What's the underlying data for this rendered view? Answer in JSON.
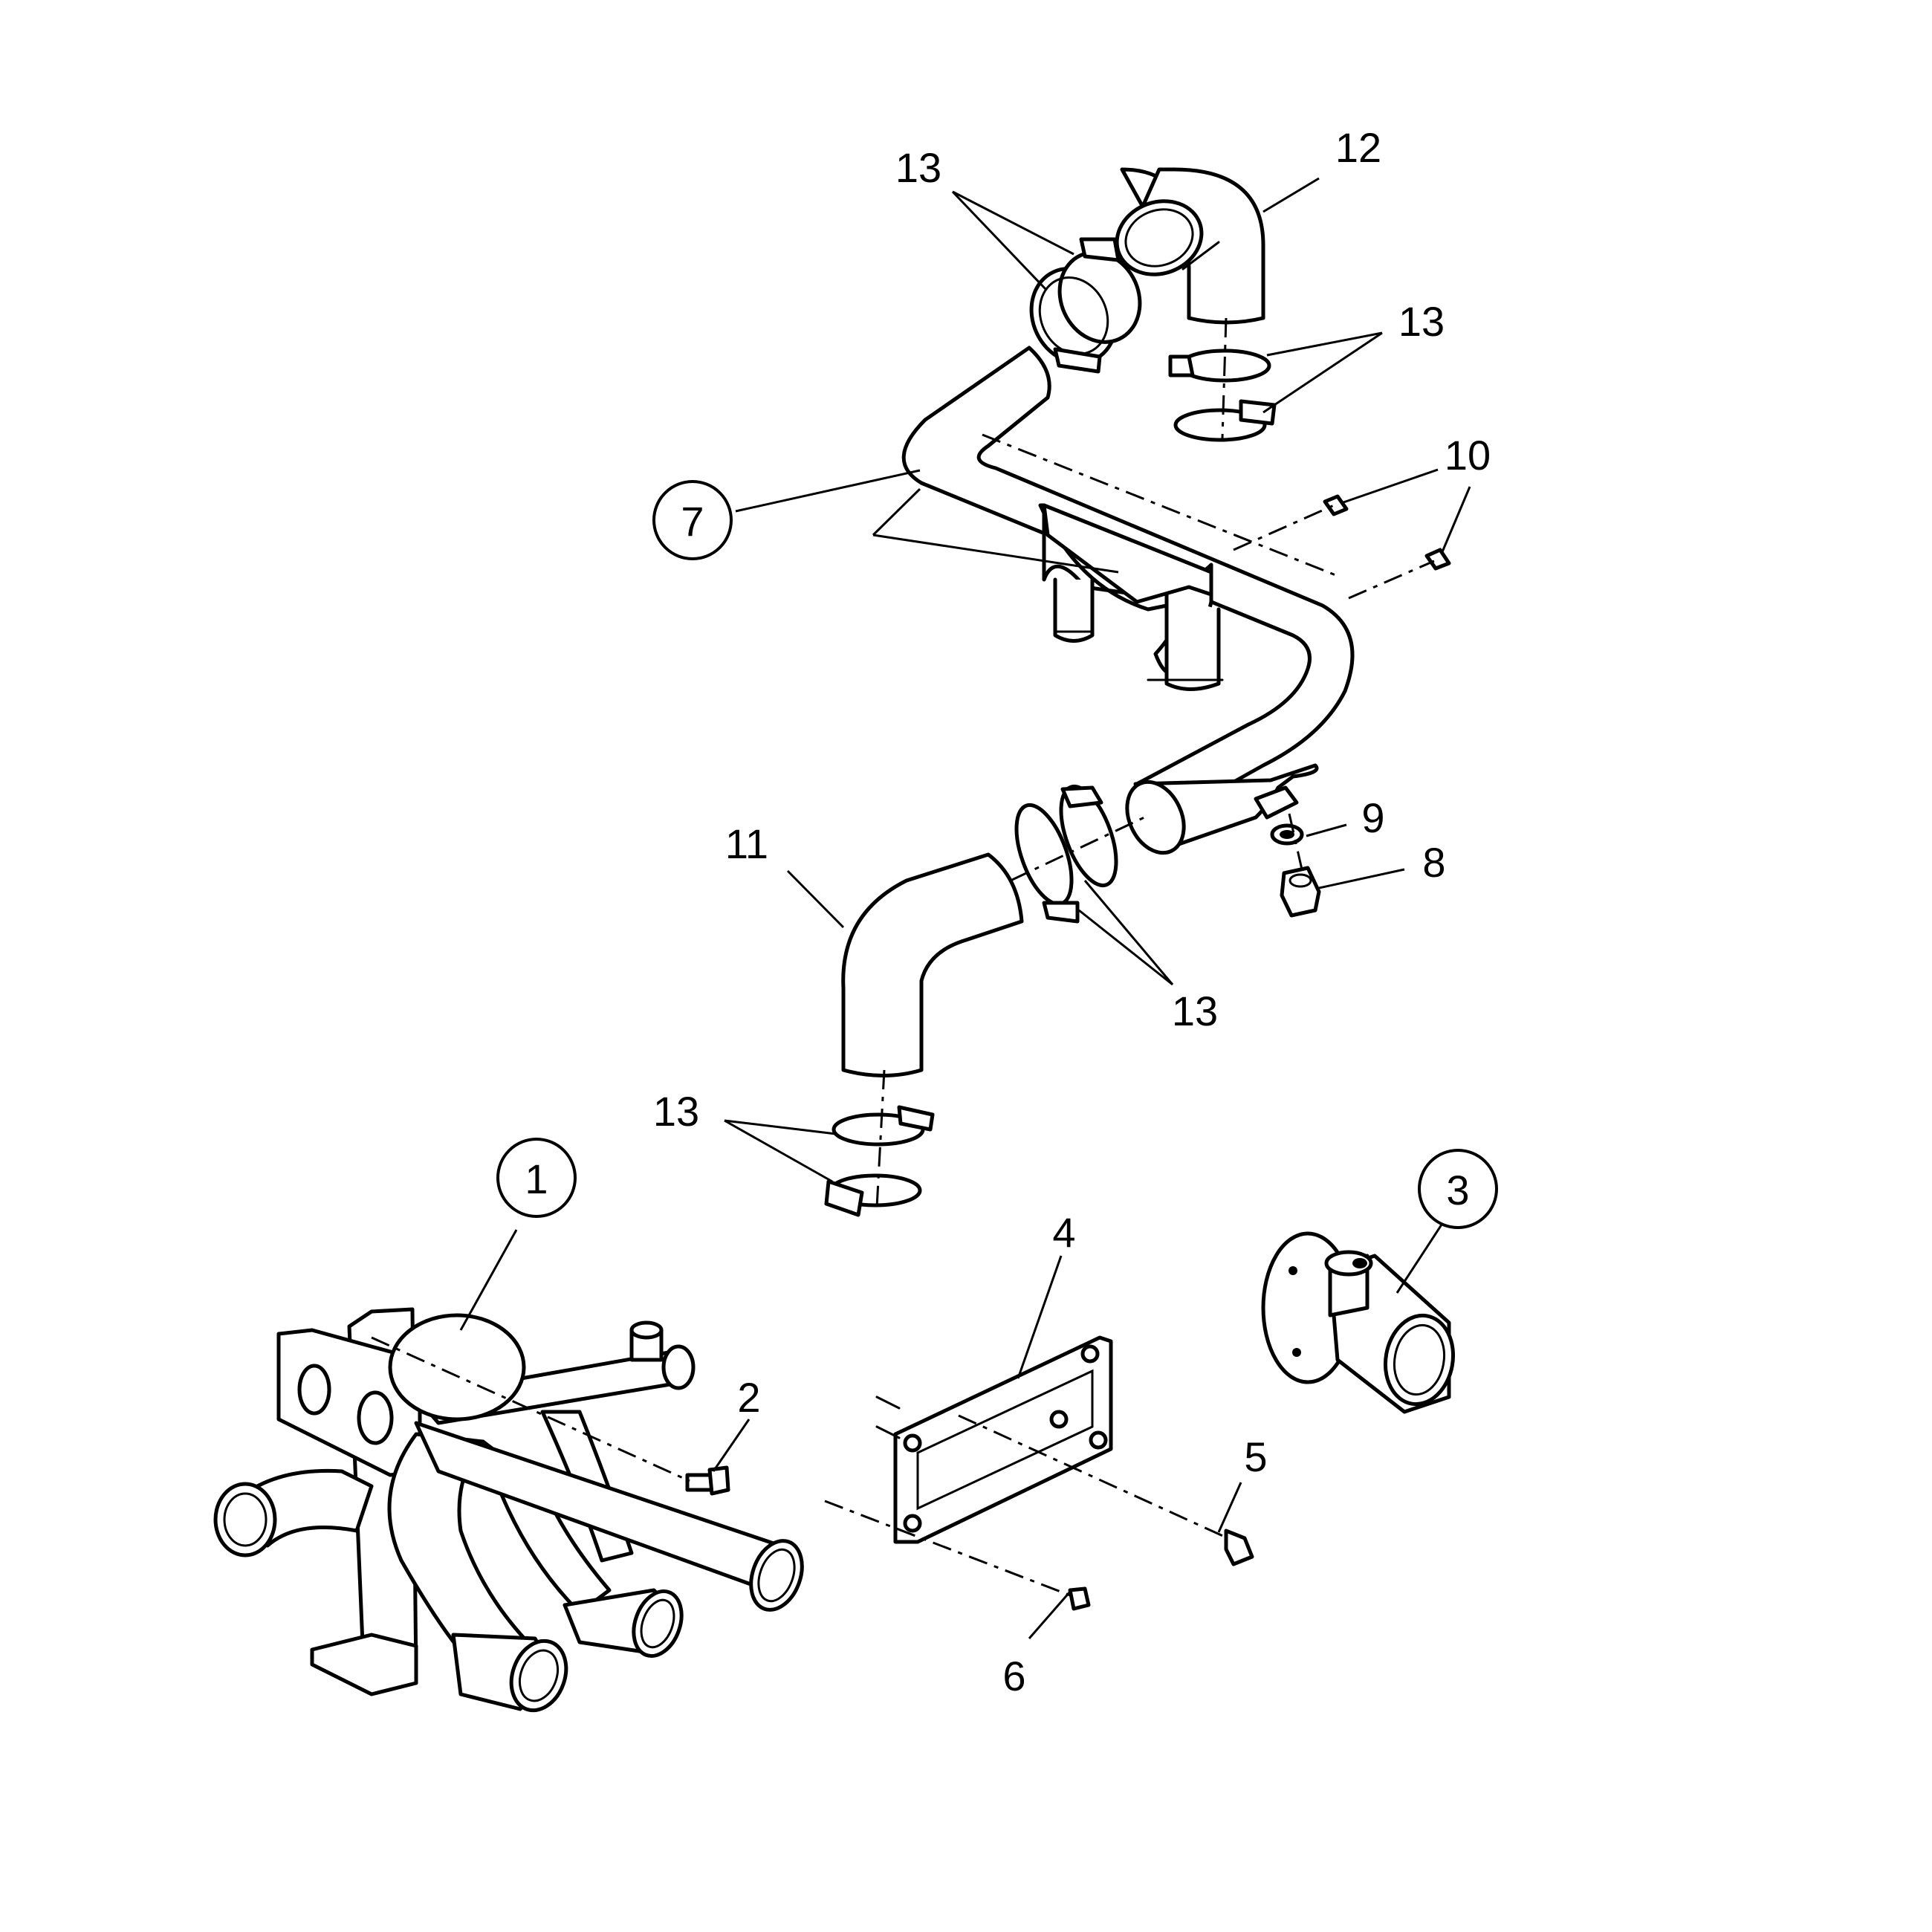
{
  "diagram": {
    "callouts": [
      {
        "id": "1",
        "circled": true
      },
      {
        "id": "2",
        "circled": false
      },
      {
        "id": "3",
        "circled": true
      },
      {
        "id": "4",
        "circled": false
      },
      {
        "id": "5",
        "circled": false
      },
      {
        "id": "6",
        "circled": false
      },
      {
        "id": "7",
        "circled": true
      },
      {
        "id": "8",
        "circled": false
      },
      {
        "id": "9",
        "circled": false
      },
      {
        "id": "10",
        "circled": false
      },
      {
        "id": "11",
        "circled": false
      },
      {
        "id": "12",
        "circled": false
      },
      {
        "id": "13",
        "circled": false
      }
    ],
    "colors": {
      "line": "#000000",
      "background": "#ffffff"
    }
  }
}
